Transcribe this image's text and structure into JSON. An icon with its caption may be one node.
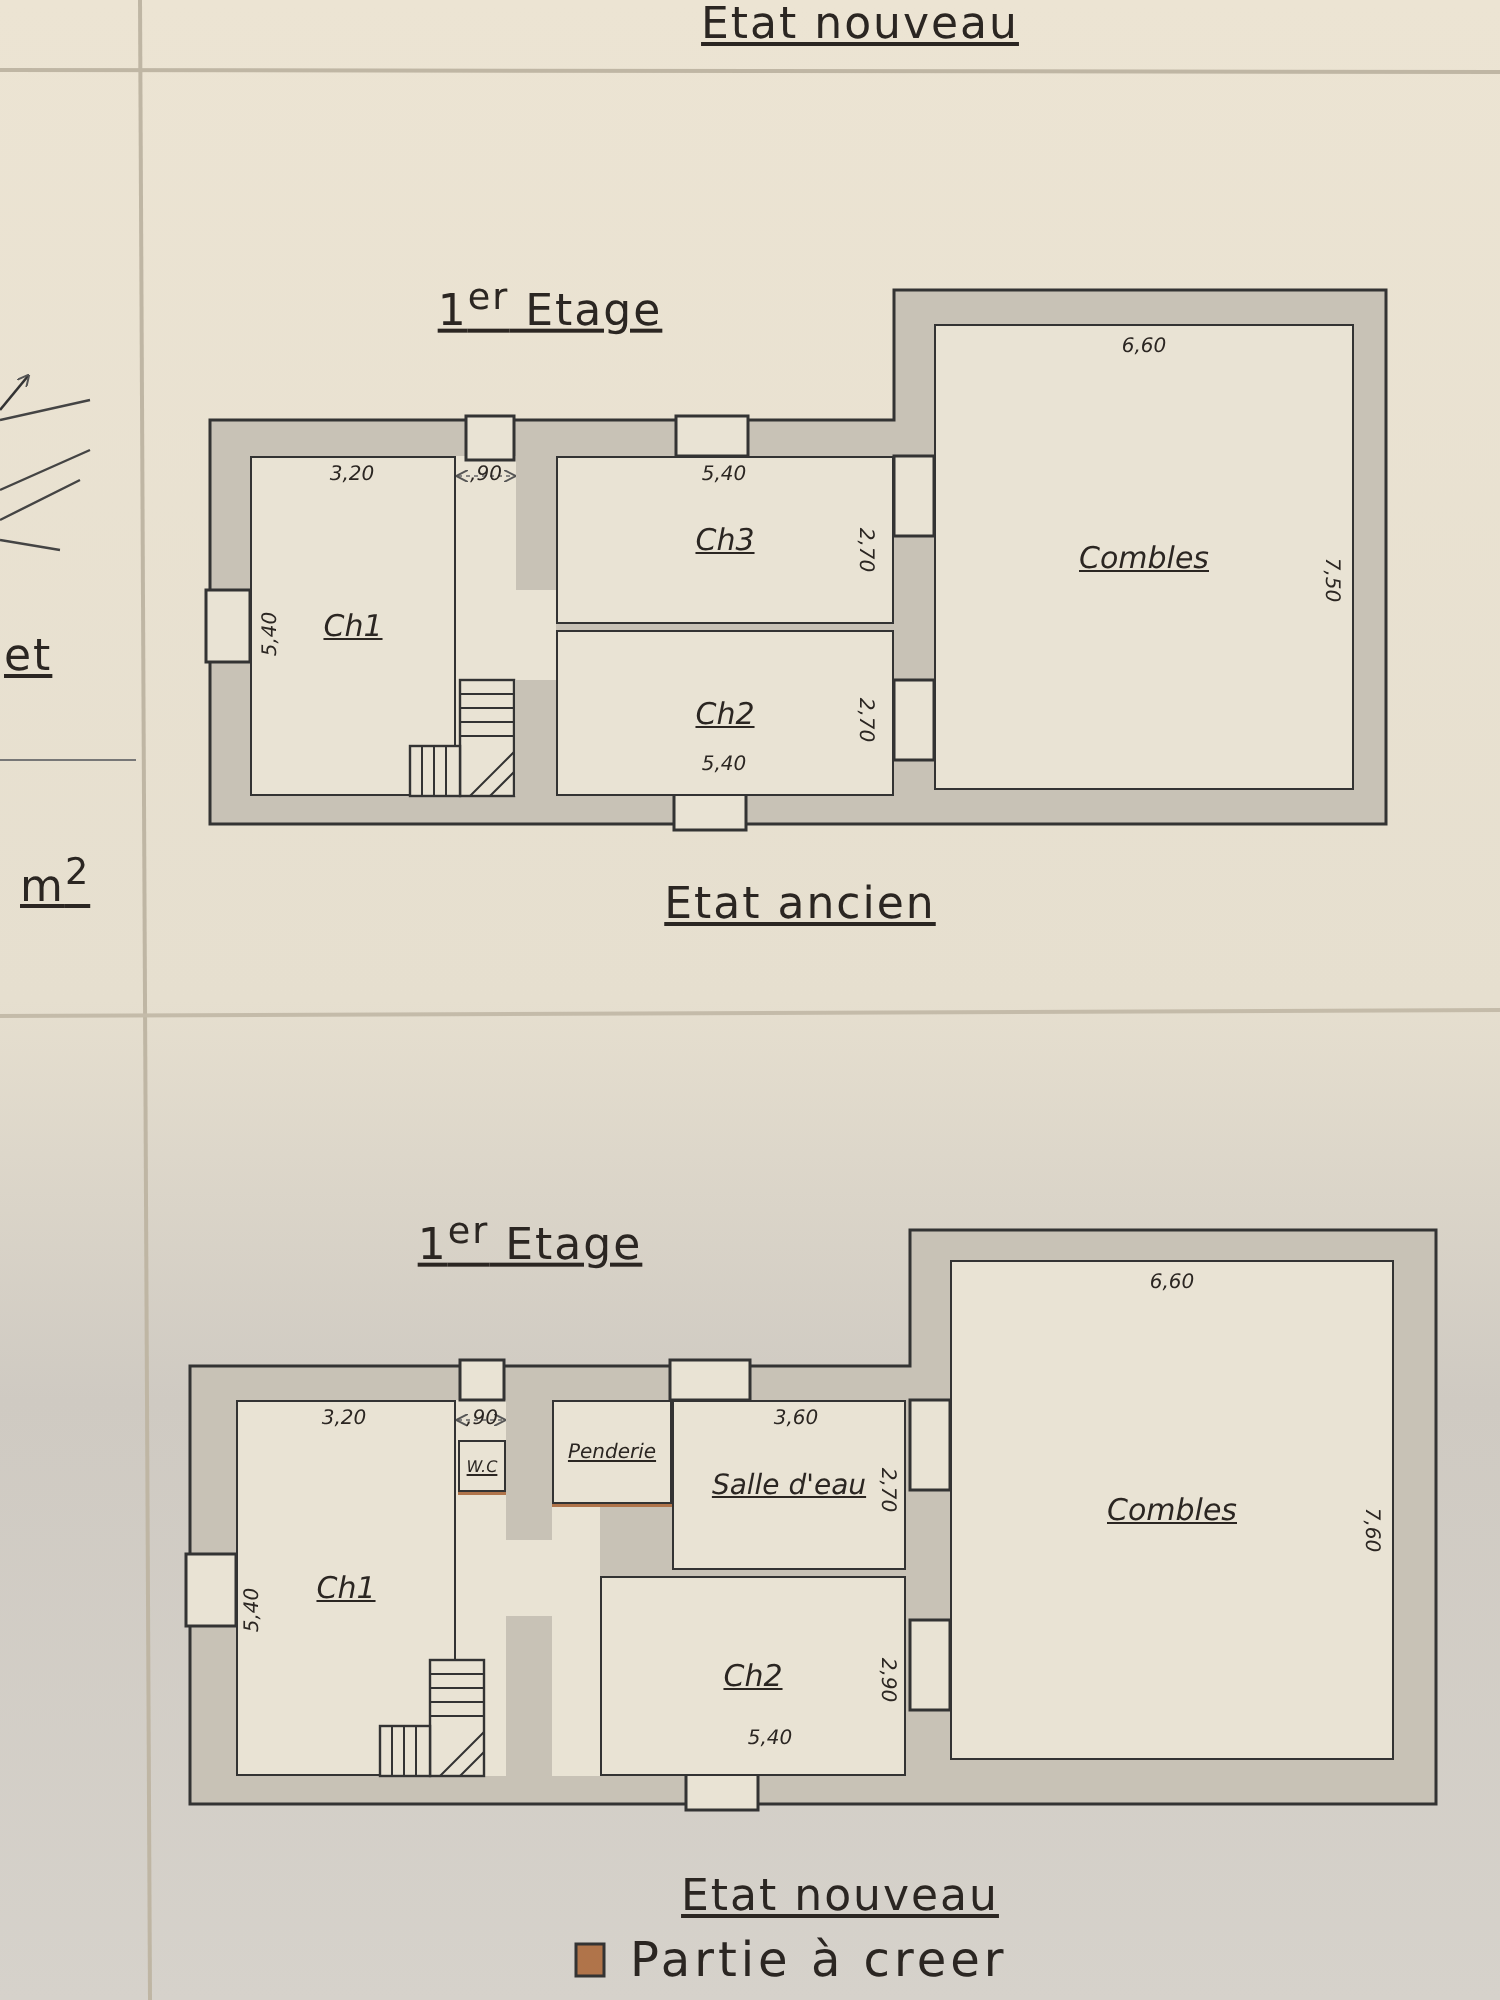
{
  "diagram": {
    "nodes": [
      {
        "text": [
          "Ch1"
        ]
      },
      {
        "text": [
          "Ch3"
        ]
      },
      {
        "text": [
          "Ch2"
        ]
      },
      {
        "text": [
          "Combles"
        ]
      },
      {
        "text": [
          "Ch1"
        ]
      },
      {
        "text": [
          "W.C"
        ]
      },
      {
        "text": [
          "Penderie"
        ]
      },
      {
        "text": [
          "Salle d'eau"
        ]
      },
      {
        "text": [
          "Ch2"
        ]
      },
      {
        "text": [
          "Combles"
        ]
      }
    ],
    "edges": [],
    "labels": [
      "Etat nouveau",
      "et",
      "1$^{er}$ Etage",
      "3,20",
      ",90",
      "5,40",
      "2,70",
      "6,60",
      "5,40",
      "7,50",
      "2,70",
      "5,40",
      "m$^{2}$",
      "Etat ancien",
      "1$^{er}$ Etage",
      "6,60",
      "3,20",
      ",90",
      "3,60",
      "2,70",
      "5,40",
      "7,60",
      "2,90",
      "5,40",
      "Etat nouveau"
    ],
    "legend": [
      {
        "text": "Partie à creer",
        "color": "#b0744a"
      }
    ]
  }
}
